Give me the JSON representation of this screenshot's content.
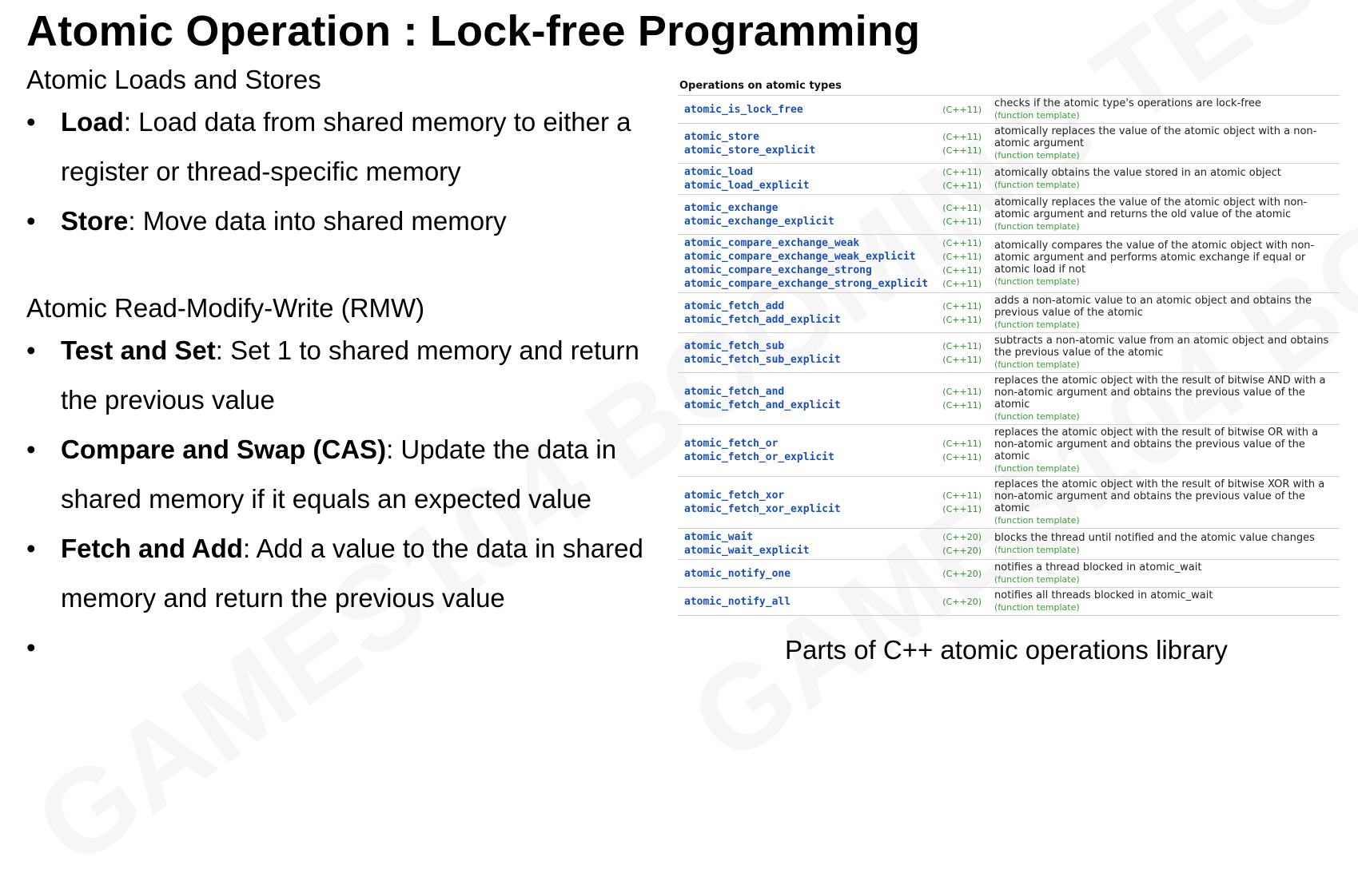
{
  "title": "Atomic Operation : Lock-free Programming",
  "sections": [
    {
      "heading": "Atomic Loads and Stores",
      "bullets": [
        {
          "term": "Load",
          "text": ": Load data from shared memory to either a register or thread-specific memory"
        },
        {
          "term": "Store",
          "text": ": Move data into shared memory"
        }
      ]
    },
    {
      "heading": "Atomic Read-Modify-Write (RMW)",
      "bullets": [
        {
          "term": "Test and Set",
          "text": ": Set 1 to shared memory and return the previous value"
        },
        {
          "term": "Compare and Swap (CAS)",
          "text": ": Update the data in shared memory if it equals an expected value"
        },
        {
          "term": "Fetch and Add",
          "text": ": Add a value to the data in shared memory and return the previous value"
        }
      ]
    }
  ],
  "ops_table": {
    "title": "Operations on atomic types",
    "template_label": "(function template)",
    "rows": [
      {
        "names": [
          {
            "name": "atomic_is_lock_free",
            "std": "(C++11)"
          }
        ],
        "desc": "checks if the atomic type's operations are lock-free"
      },
      {
        "names": [
          {
            "name": "atomic_store",
            "std": "(C++11)"
          },
          {
            "name": "atomic_store_explicit",
            "std": "(C++11)"
          }
        ],
        "desc": "atomically replaces the value of the atomic object with a non-atomic argument"
      },
      {
        "names": [
          {
            "name": "atomic_load",
            "std": "(C++11)"
          },
          {
            "name": "atomic_load_explicit",
            "std": "(C++11)"
          }
        ],
        "desc": "atomically obtains the value stored in an atomic object"
      },
      {
        "names": [
          {
            "name": "atomic_exchange",
            "std": "(C++11)"
          },
          {
            "name": "atomic_exchange_explicit",
            "std": "(C++11)"
          }
        ],
        "desc": "atomically replaces the value of the atomic object with non-atomic argument and returns the old value of the atomic"
      },
      {
        "names": [
          {
            "name": "atomic_compare_exchange_weak",
            "std": "(C++11)"
          },
          {
            "name": "atomic_compare_exchange_weak_explicit",
            "std": "(C++11)"
          },
          {
            "name": "atomic_compare_exchange_strong",
            "std": "(C++11)"
          },
          {
            "name": "atomic_compare_exchange_strong_explicit",
            "std": "(C++11)"
          }
        ],
        "desc": "atomically compares the value of the atomic object with non-atomic argument and performs atomic exchange if equal or atomic load if not"
      },
      {
        "names": [
          {
            "name": "atomic_fetch_add",
            "std": "(C++11)"
          },
          {
            "name": "atomic_fetch_add_explicit",
            "std": "(C++11)"
          }
        ],
        "desc": "adds a non-atomic value to an atomic object and obtains the previous value of the atomic"
      },
      {
        "names": [
          {
            "name": "atomic_fetch_sub",
            "std": "(C++11)"
          },
          {
            "name": "atomic_fetch_sub_explicit",
            "std": "(C++11)"
          }
        ],
        "desc": "subtracts a non-atomic value from an atomic object and obtains the previous value of the atomic"
      },
      {
        "names": [
          {
            "name": "atomic_fetch_and",
            "std": "(C++11)"
          },
          {
            "name": "atomic_fetch_and_explicit",
            "std": "(C++11)"
          }
        ],
        "desc": "replaces the atomic object with the result of bitwise AND with a non-atomic argument and obtains the previous value of the atomic"
      },
      {
        "names": [
          {
            "name": "atomic_fetch_or",
            "std": "(C++11)"
          },
          {
            "name": "atomic_fetch_or_explicit",
            "std": "(C++11)"
          }
        ],
        "desc": "replaces the atomic object with the result of bitwise OR with a non-atomic argument and obtains the previous value of the atomic"
      },
      {
        "names": [
          {
            "name": "atomic_fetch_xor",
            "std": "(C++11)"
          },
          {
            "name": "atomic_fetch_xor_explicit",
            "std": "(C++11)"
          }
        ],
        "desc": "replaces the atomic object with the result of bitwise XOR with a non-atomic argument and obtains the previous value of the atomic"
      },
      {
        "names": [
          {
            "name": "atomic_wait",
            "std": "(C++20)"
          },
          {
            "name": "atomic_wait_explicit",
            "std": "(C++20)"
          }
        ],
        "desc": "blocks the thread until notified and the atomic value changes"
      },
      {
        "names": [
          {
            "name": "atomic_notify_one",
            "std": "(C++20)"
          }
        ],
        "desc": "notifies a thread blocked in atomic_wait"
      },
      {
        "names": [
          {
            "name": "atomic_notify_all",
            "std": "(C++20)"
          }
        ],
        "desc": "notifies all threads blocked in atomic_wait"
      }
    ]
  },
  "caption": "Parts of C++ atomic operations library",
  "watermark": "GAMES104 BOOMING TECH"
}
